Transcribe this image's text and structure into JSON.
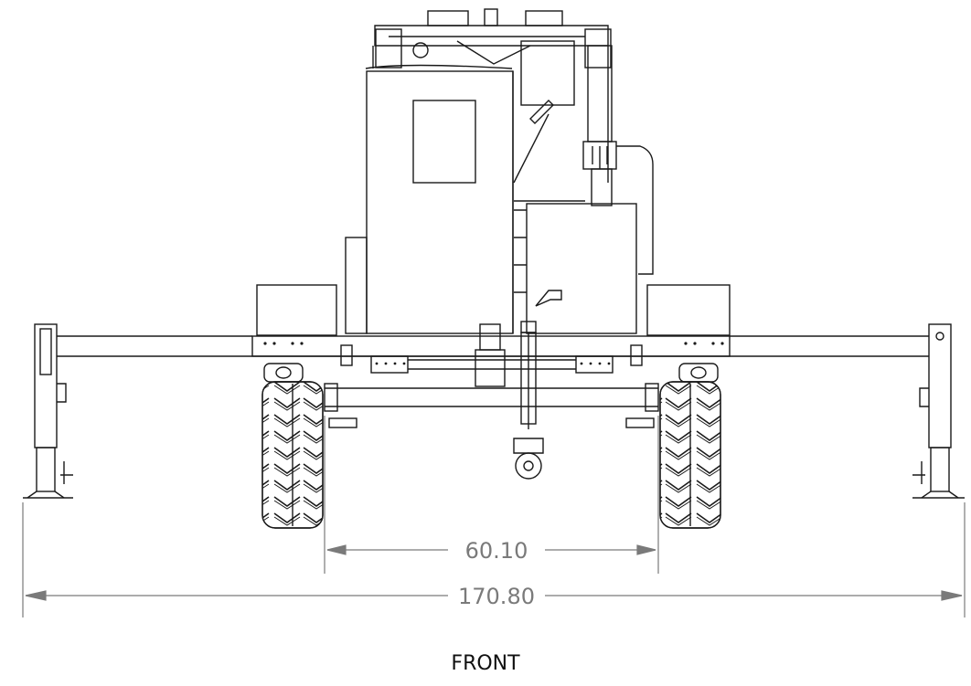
{
  "view_label": "FRONT",
  "dimensions": {
    "track_width": "60.10",
    "overall_width": "170.80"
  },
  "colors": {
    "line": "#1a1a1a",
    "dimension": "#7a7a7a",
    "background": "#ffffff"
  }
}
